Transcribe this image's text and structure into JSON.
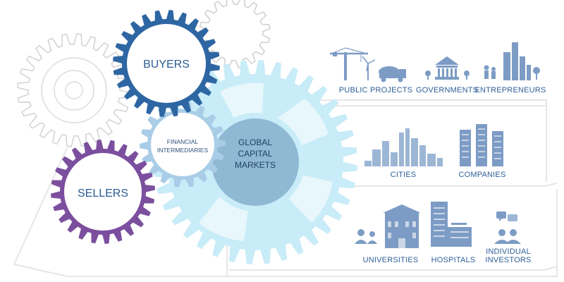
{
  "gears": {
    "buyers": "BUYERS",
    "sellers": "SELLERS",
    "financial": [
      "FINANCIAL",
      "INTERMEDIARIES"
    ],
    "global": [
      "GLOBAL",
      "CAPITAL",
      "MARKETS"
    ]
  },
  "tiers": {
    "top": [
      "PUBLIC PROJECTS",
      "GOVERNMENTS",
      "ENTREPRENEURS"
    ],
    "middle": [
      "CITIES",
      "COMPANIES"
    ],
    "bottom": [
      "UNIVERSITIES",
      "HOSPITALS",
      [
        "INDIVIDUAL",
        "INVESTORS"
      ]
    ]
  },
  "colors": {
    "buyers_gear": "#2e66a3",
    "sellers_gear": "#7b4f9e",
    "financial_gear": "#a9cde6",
    "global_gear": "#c8ecf8",
    "global_hub": "#8fb8d3",
    "outline_gear": "#d2d2d2",
    "icon": "#7d9cc5",
    "label": "#2f5f98"
  },
  "icons": {
    "top": [
      "construction-crane-icon",
      "wind-turbine-icon",
      "truck-icon",
      "government-building-icon",
      "entrepreneurs-city-icon"
    ],
    "middle": [
      "cities-skyline-icon",
      "companies-skyscrapers-icon"
    ],
    "bottom": [
      "university-building-icon",
      "hospital-icon",
      "individual-investors-icon"
    ]
  }
}
